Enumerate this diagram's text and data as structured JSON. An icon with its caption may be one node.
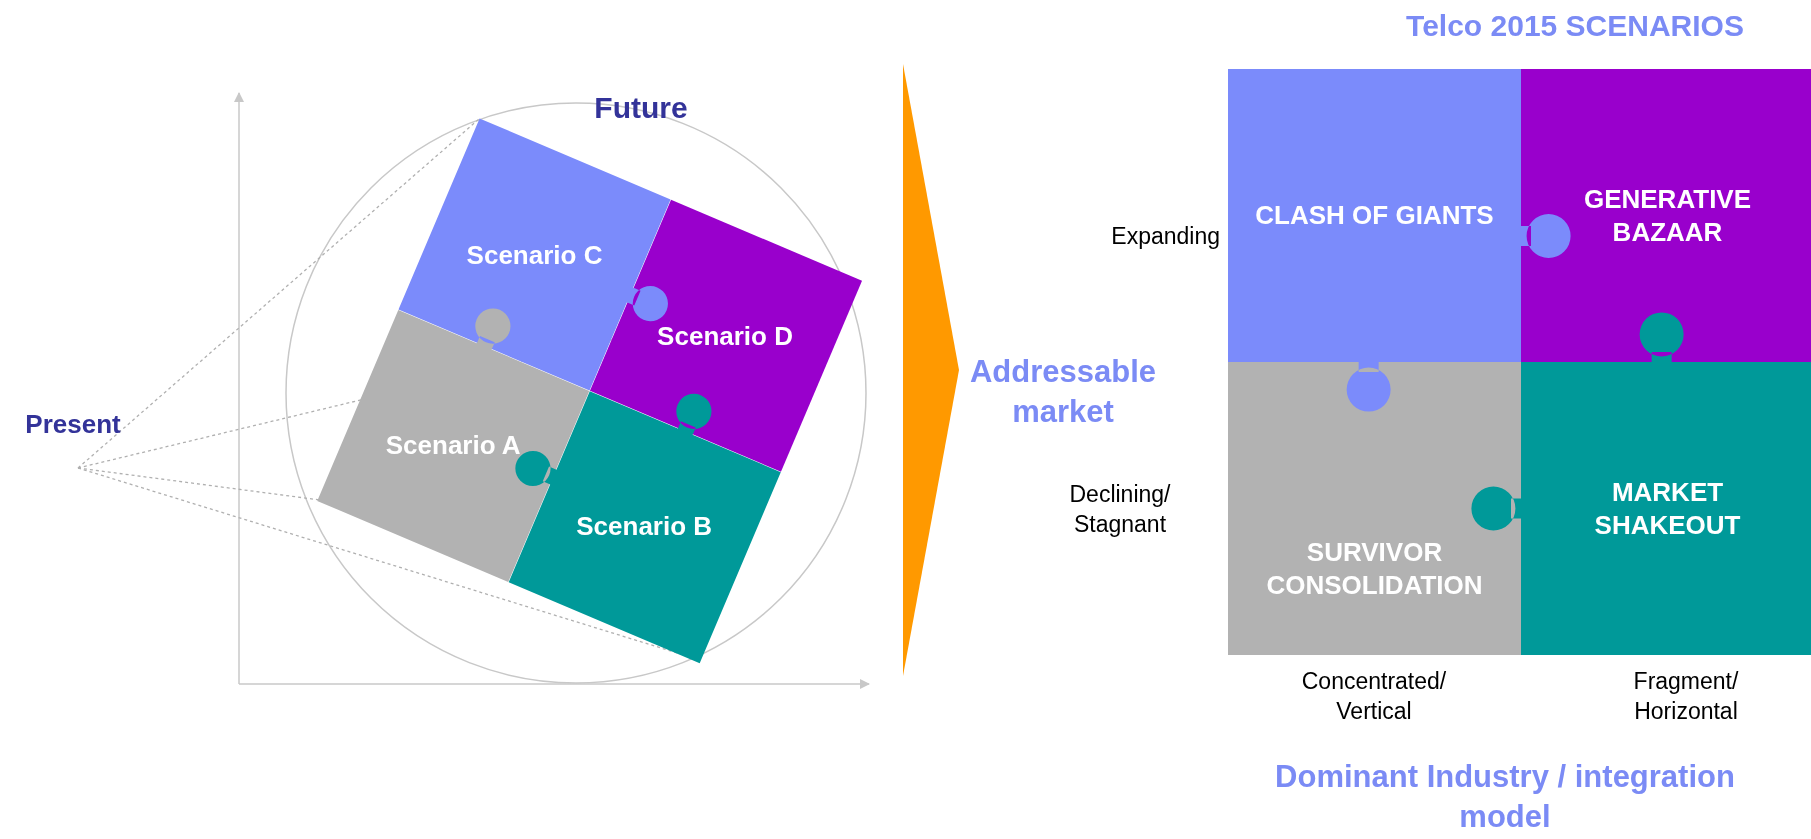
{
  "diagram": {
    "title": "Telco 2015 SCENARIOS",
    "nodes": [
      {
        "text": [
          "Scenario C"
        ]
      },
      {
        "text": [
          "Scenario D"
        ]
      },
      {
        "text": [
          "Scenario A"
        ]
      },
      {
        "text": [
          "Scenario B"
        ]
      },
      {
        "text": [],
        "shape": "chevron"
      },
      {
        "text": [
          "CLASH OF GIANTS"
        ]
      },
      {
        "text": [
          "GENERATIVE BAZAAR"
        ]
      },
      {
        "text": [
          "SURVIVOR CONSOLIDATION"
        ]
      },
      {
        "text": [
          "MARKET SHAKEOUT"
        ]
      }
    ],
    "edges": [],
    "labels": [
      "Future",
      "Present",
      "Expanding",
      "Addressable market",
      "Declining/ Stagnant",
      "Concentrated/ Vertical",
      "Fragment/ Horizontal",
      "Dominant Industry / integration model"
    ]
  }
}
